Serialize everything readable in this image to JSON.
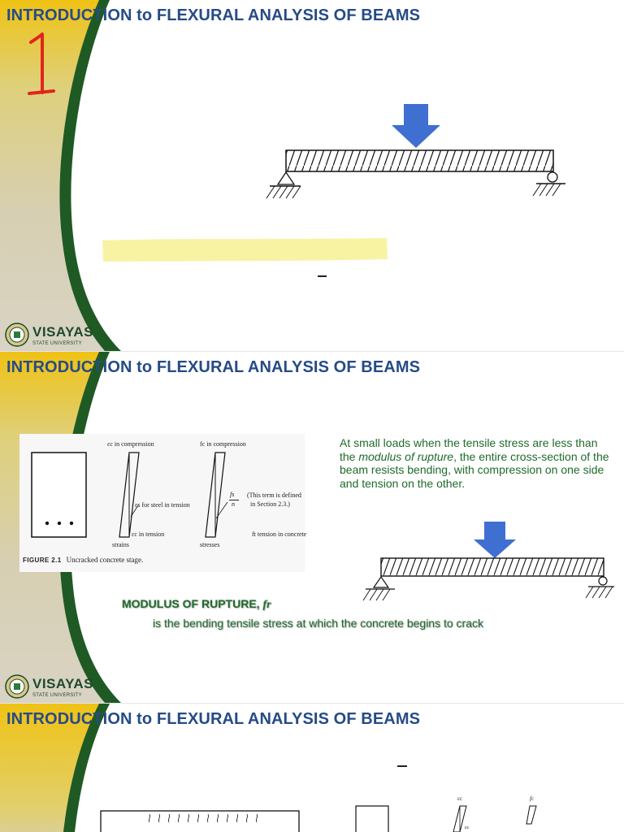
{
  "colors": {
    "title": "#264b86",
    "gold": "#f0c114",
    "green": "#1f5a24",
    "arrow": "#3f6fd1",
    "body_text": "#1f6a2a",
    "highlight": "#f7f3a3"
  },
  "university": {
    "name": "VISAYAS",
    "subtitle": "STATE UNIVERSITY"
  },
  "slides": [
    {
      "title": "INTRODUCTION to FLEXURAL ANALYSIS OF BEAMS",
      "handwritten_mark": "1",
      "has_highlight_strip": true
    },
    {
      "title": "INTRODUCTION to FLEXURAL ANALYSIS OF BEAMS",
      "figure": {
        "label": "FIGURE 2.1",
        "caption": "Uncracked concrete stage.",
        "strain_top": "εc in compression",
        "strain_steel": "εs for steel in tension",
        "strain_bottom": "εc in tension",
        "strains_label": "strains",
        "stress_top": "fc in compression",
        "stress_fraction_num": "fs",
        "stress_fraction_den": "n",
        "stress_note_line1": "(This term is defined",
        "stress_note_line2": "in Section 2.3.)",
        "stress_bottom": "ft tension in concrete",
        "stresses_label": "stresses"
      },
      "paragraph": {
        "before": "At small loads when the tensile stress are less than the ",
        "emphasis": "modulus of rupture",
        "after": ", the entire cross-section of the beam resists bending, with compression on one side and tension on the other."
      },
      "definition": {
        "term": "MODULUS OF RUPTURE, ",
        "symbol": "fr",
        "text": "is the bending tensile stress at which the concrete begins to crack"
      }
    },
    {
      "title": "INTRODUCTION to FLEXURAL ANALYSIS OF BEAMS",
      "labels": {
        "strain_top": "εc",
        "stress_top": "fc",
        "strain_mid": "εs"
      }
    }
  ]
}
